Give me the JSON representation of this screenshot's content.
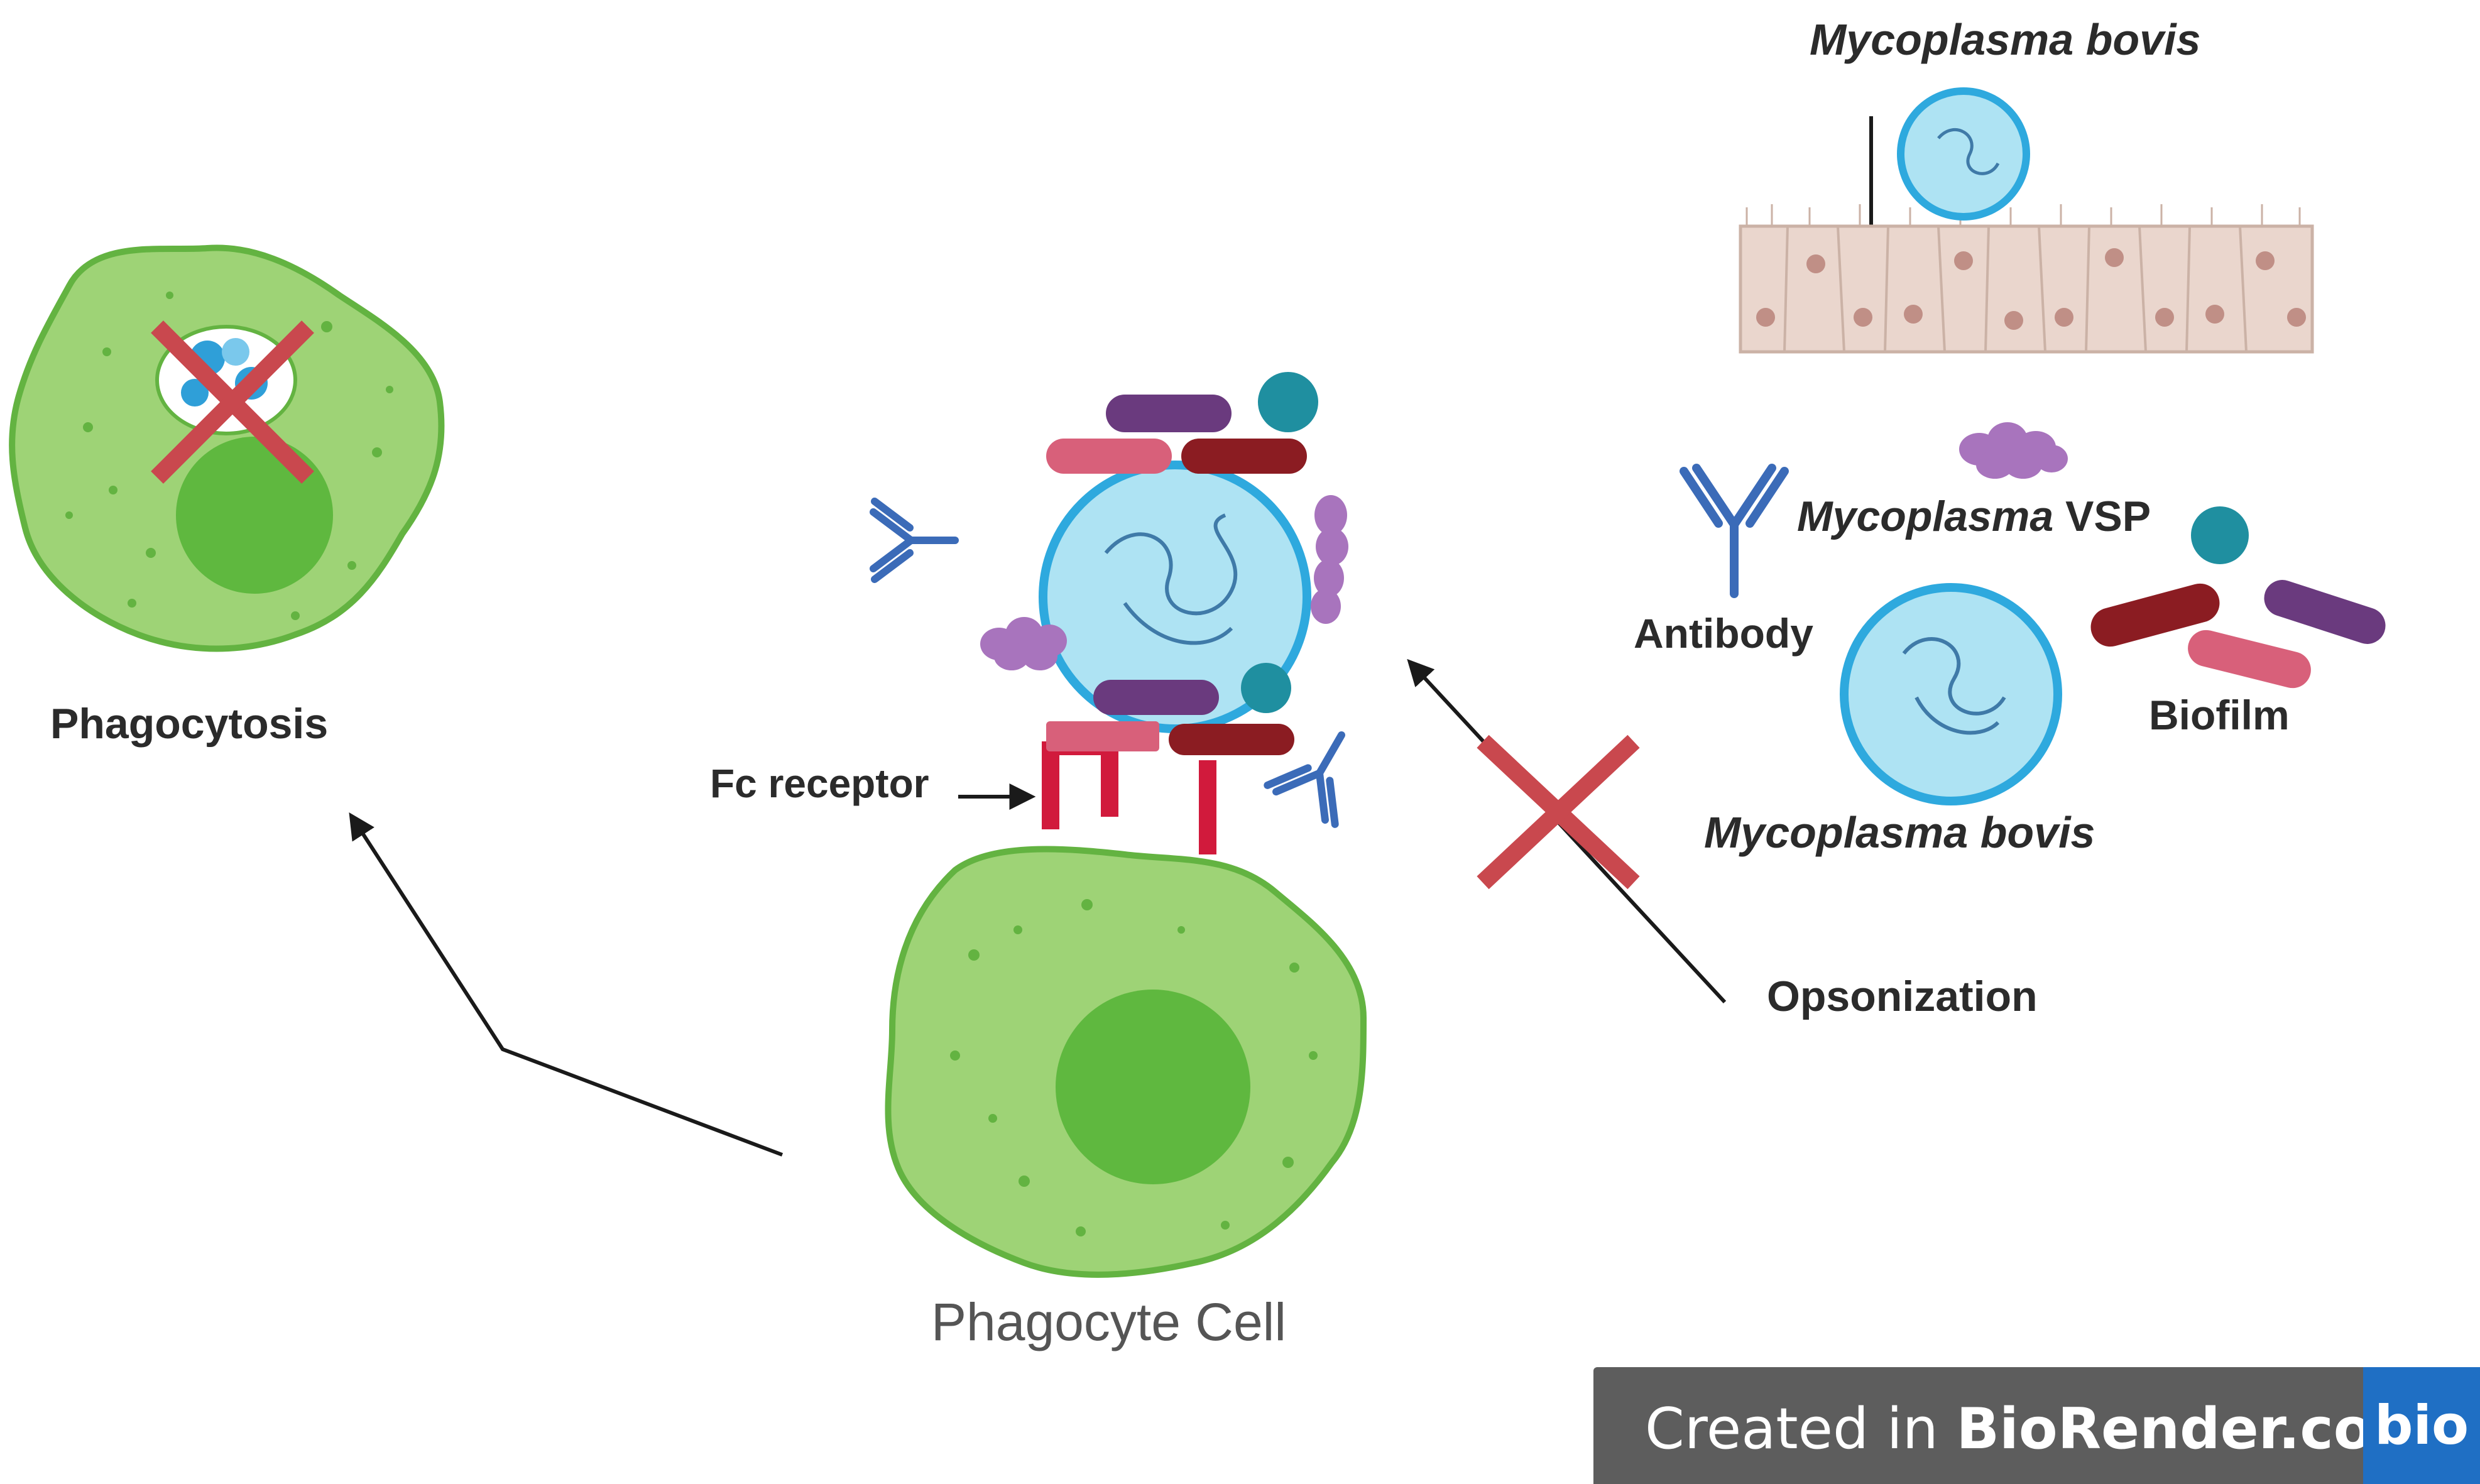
{
  "labels": {
    "phagocytosis": "Phagocytosis",
    "fc_receptor": "Fc receptor",
    "phagocyte_cell": "Phagocyte Cell",
    "opsonization": "Opsonization",
    "mycoplasma_bovis_top": "Mycoplasma bovis",
    "mycoplasma_vsp_italic": "Mycoplasma",
    "mycoplasma_vsp_plain": " VSP",
    "antibody": "Antibody",
    "biofilm": "Biofilm",
    "mycoplasma_bovis_bottom": "Mycoplasma bovis"
  },
  "badge": {
    "prefix": "Created in ",
    "brand": "BioRender.com",
    "logo": "bio"
  },
  "colors": {
    "cell_fill": "#9ed376",
    "cell_stroke": "#63b341",
    "nucleus": "#5fb83f",
    "mycoplasma_fill": "#aee3f3",
    "mycoplasma_stroke": "#2ea9de",
    "antibody": "#3b6bb8",
    "vsp": "#a874bd",
    "teal_sphere": "#1f8fa0",
    "purple_rod": "#6a3a7e",
    "pink_rod": "#d8607a",
    "maroon_rod": "#8b1c22",
    "fc_receptor": "#d11a3c",
    "cross": "#c9484e",
    "epithelium": "#ead6cd",
    "arrow": "#1a1a1a"
  }
}
